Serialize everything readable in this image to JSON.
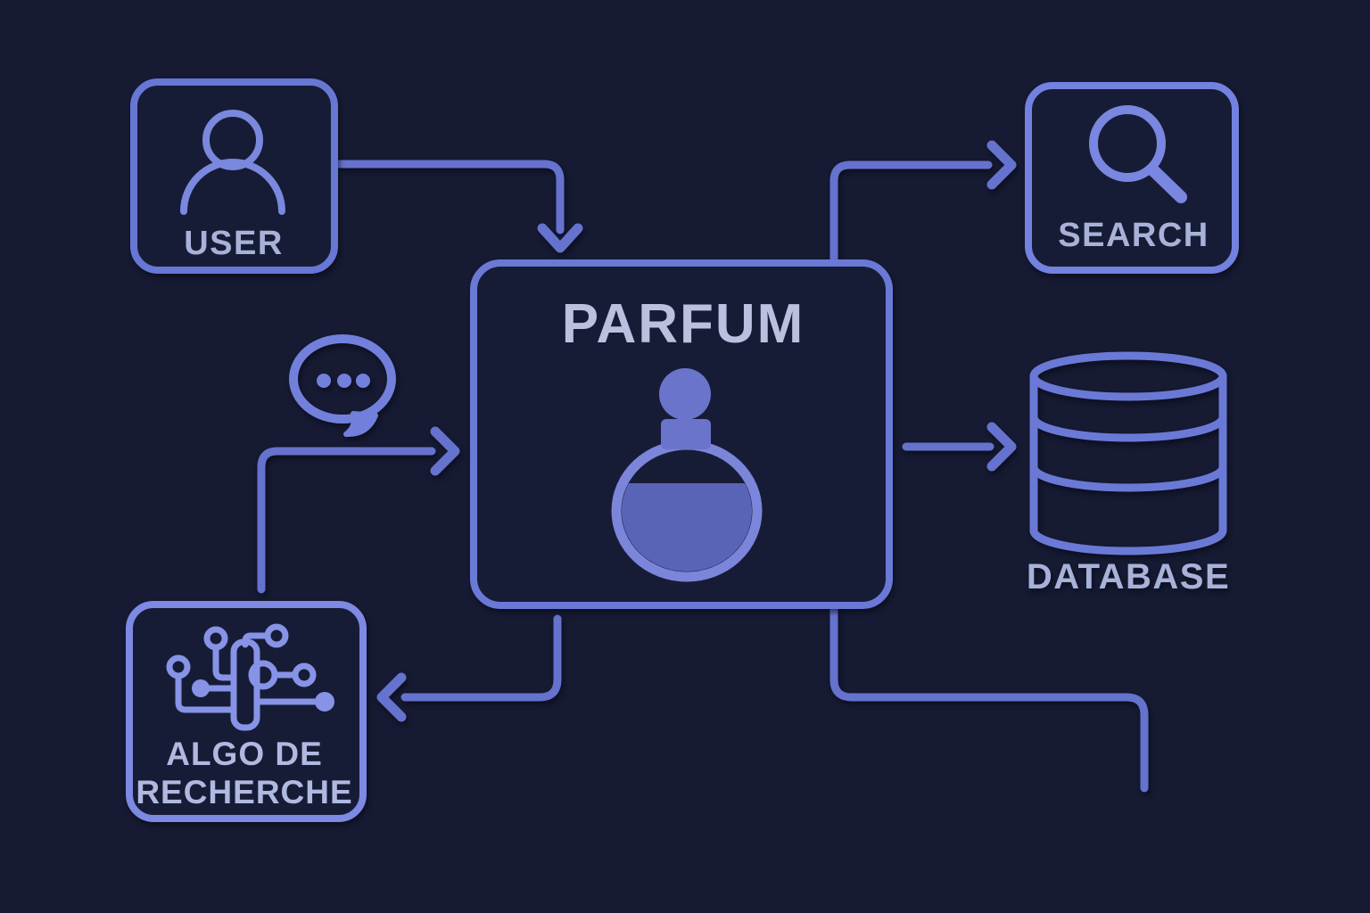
{
  "diagram": {
    "background_color": "#161a32",
    "accent_line_color": "#6572ce",
    "label_color": "#a8b2d8",
    "title_color": "#b9c1df",
    "nodes": {
      "user": {
        "label": "USER",
        "icon": "person-icon",
        "border_color": "#6777d4"
      },
      "parfum": {
        "title": "PARFUM",
        "icon": "perfume-bottle-icon",
        "border_color": "#6b79d6",
        "bottle_cap_color": "#6a74cb",
        "bottle_outline_color": "#7b85da",
        "bottle_liquid_color": "#5a64b7"
      },
      "search": {
        "label": "SEARCH",
        "icon": "magnifier-icon",
        "border_color": "#7381e0"
      },
      "database": {
        "label": "DATABASE",
        "icon": "database-cylinder-icon",
        "border_color": "#6b79d6"
      },
      "algo": {
        "label_line1": "ALGO DE",
        "label_line2": "RECHERCHE",
        "icon": "circuit-icon",
        "border_color": "#7d89e3"
      },
      "chat": {
        "icon": "speech-bubble-icon",
        "color": "#7280dc"
      }
    },
    "edges": [
      {
        "from": "user",
        "to": "parfum",
        "arrow": true
      },
      {
        "from": "parfum",
        "to": "search",
        "arrow": true
      },
      {
        "from": "parfum",
        "to": "database",
        "arrow": true
      },
      {
        "from": "algo",
        "to": "parfum",
        "arrow": true,
        "via": "speech-bubble"
      },
      {
        "from": "parfum",
        "to": "algo",
        "arrow": true
      },
      {
        "from": "parfum",
        "to": "bottom-right-edge",
        "arrow": false
      }
    ]
  }
}
